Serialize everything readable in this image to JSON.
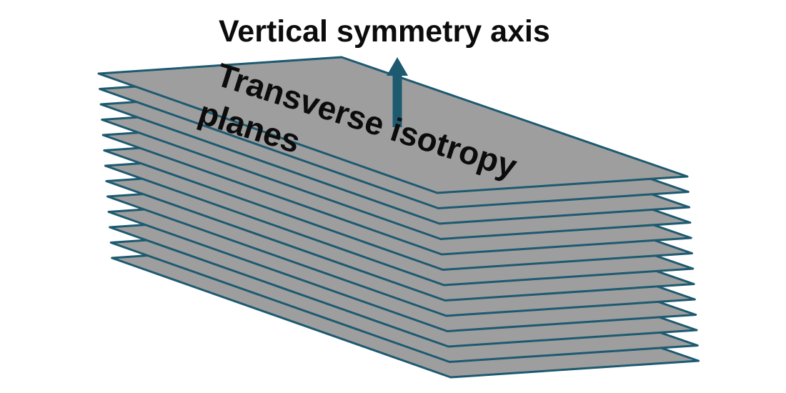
{
  "axis_label": "Vertical symmetry axis",
  "planes_label_line1": "Transverse isotropy",
  "planes_label_line2": "planes",
  "plane_count": 13,
  "colors": {
    "plane_fill": "#9e9e9e",
    "plane_edge": "#1d5a70",
    "arrow": "#1d5a70",
    "text": "#0c0c0c"
  }
}
